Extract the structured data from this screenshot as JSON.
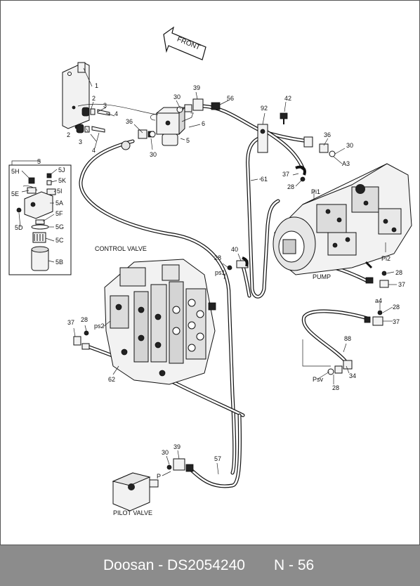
{
  "diagram": {
    "front_label": "FRONT",
    "labels": {
      "control_valve": "CONTROL VALVE",
      "pump": "PUMP",
      "pilot_valve": "PILOT VALVE"
    },
    "ports": {
      "A3": "A3",
      "Pi1": "Pi1",
      "Pi2": "Pi2",
      "a4": "a4",
      "ps1": "ps1",
      "ps2": "ps2",
      "Psv": "Psv",
      "P": "P"
    },
    "callouts": {
      "c1": "1",
      "c2a": "2",
      "c2b": "2",
      "c3a": "3",
      "c3b": "3",
      "c4a": "4",
      "c4b": "4",
      "c5": "5",
      "c5top": "5",
      "c6": "6",
      "c7": "7",
      "c30a": "30",
      "c30b": "30",
      "c30c": "30",
      "c30d": "30",
      "c39a": "39",
      "c39b": "39",
      "c56": "56",
      "c42": "42",
      "c92": "92",
      "c36a": "36",
      "c36b": "36",
      "c37a": "37",
      "c37b": "37",
      "c37c": "37",
      "c37d": "37",
      "c28a": "28",
      "c28b": "28",
      "c28c": "28",
      "c28d": "28",
      "c28e": "28",
      "c28f": "28",
      "c61": "61",
      "c40": "40",
      "c62": "62",
      "c57": "57",
      "c88": "88",
      "c34": "34"
    },
    "inset": {
      "c5H": "5H",
      "c5J": "5J",
      "c5K": "5K",
      "c5E": "5E",
      "c5I": "5I",
      "c5A": "5A",
      "c5F": "5F",
      "c5D": "5D",
      "c5G": "5G",
      "c5C": "5C",
      "c5B": "5B"
    }
  },
  "footer": {
    "brand_part": "Doosan - DS2054240",
    "page": "N - 56"
  }
}
